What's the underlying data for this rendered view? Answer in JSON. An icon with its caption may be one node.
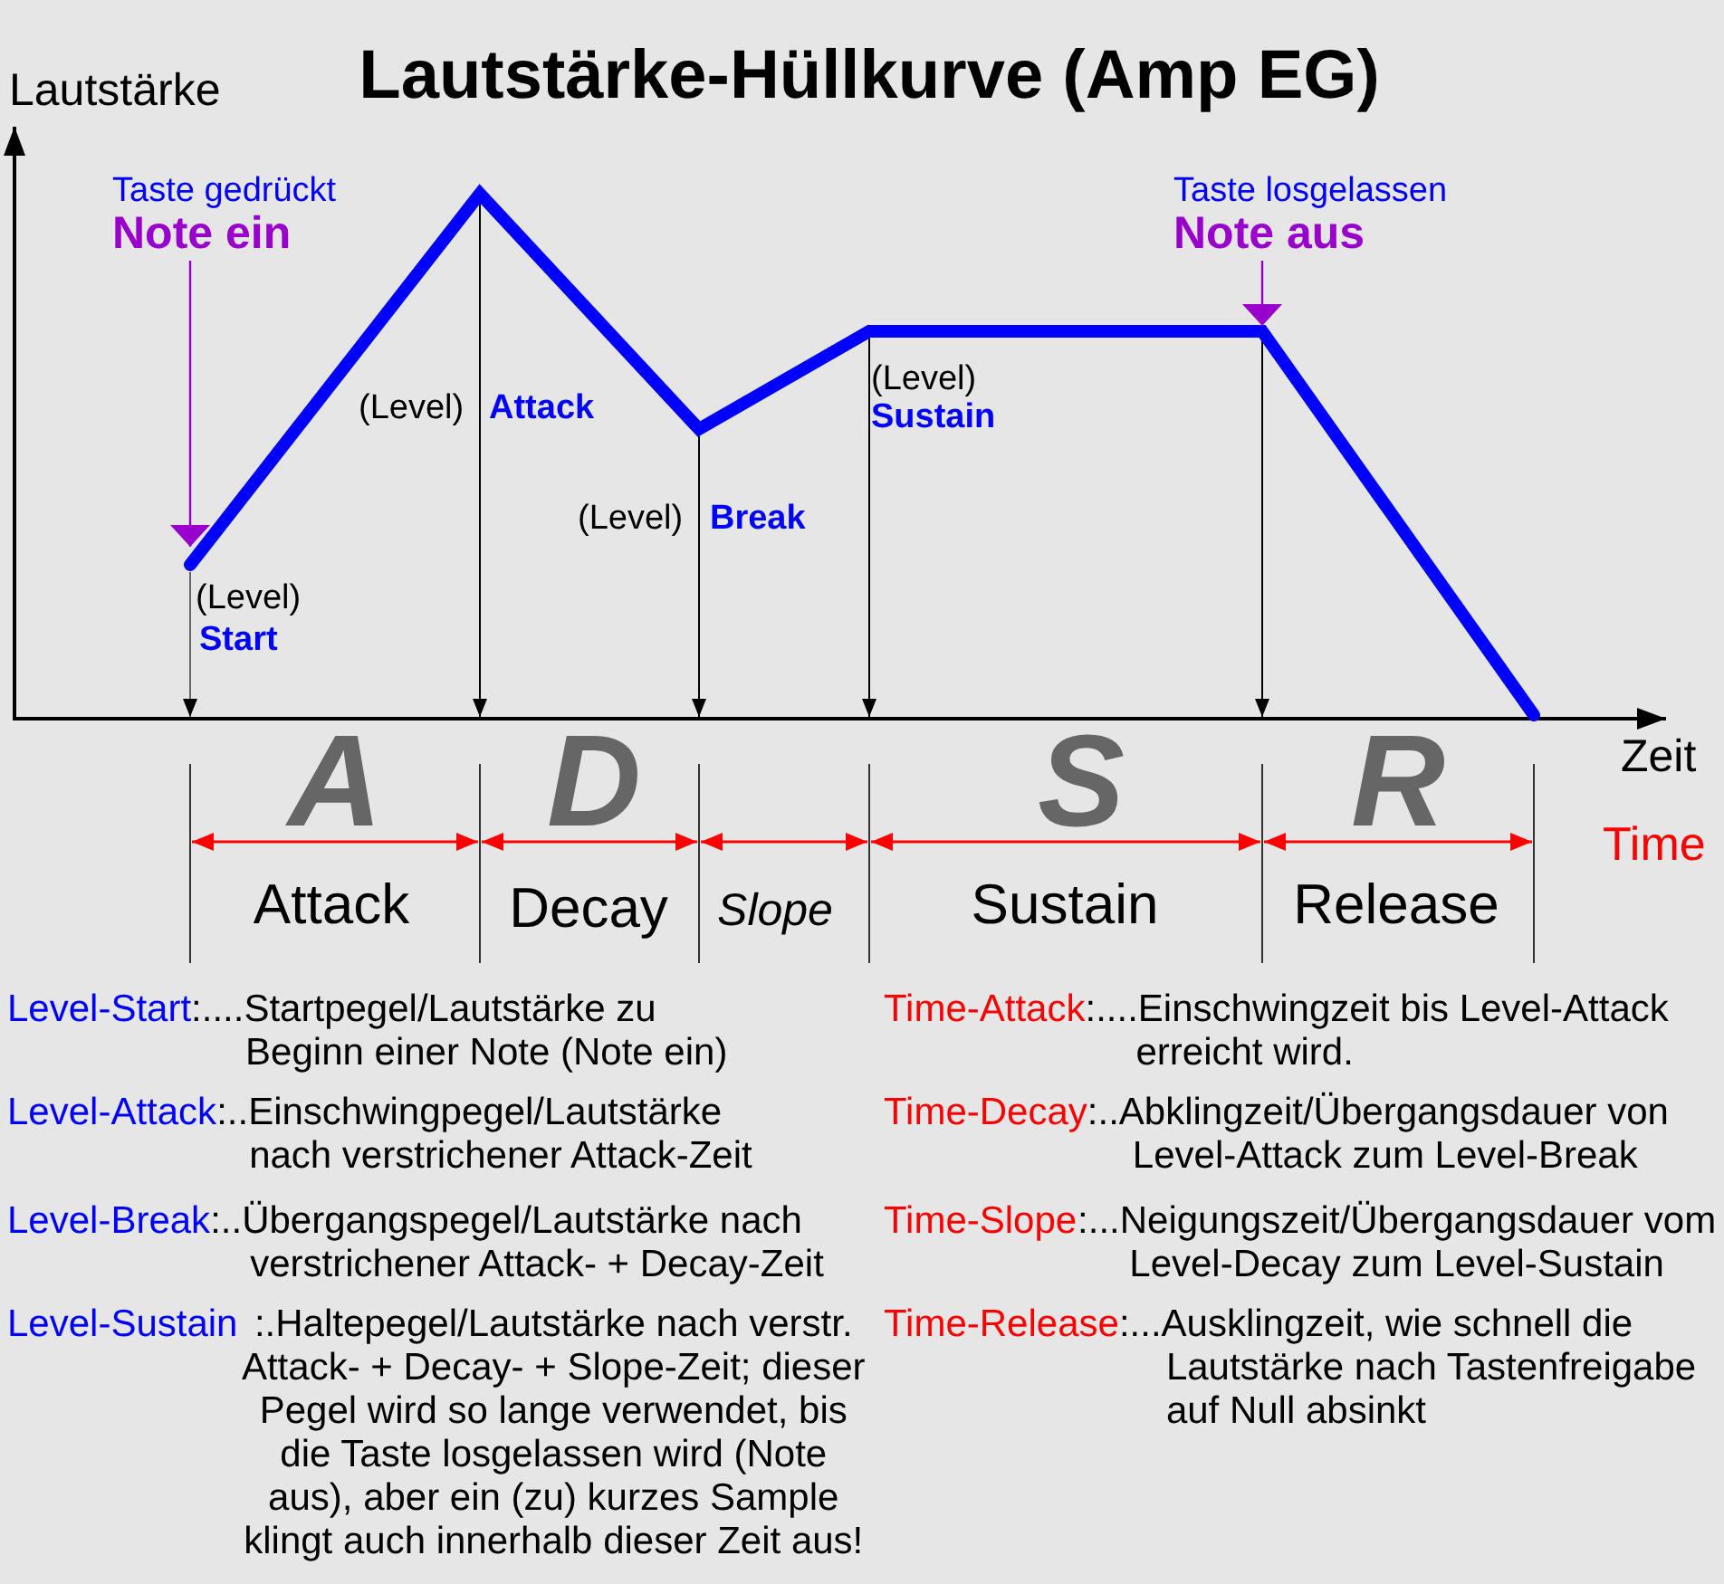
{
  "diagram": {
    "title": "Lautstärke-Hüllkurve (Amp EG)",
    "nodes": [
      {
        "text": [
          "Taste gedrückt",
          "Note ein"
        ]
      },
      {
        "text": [
          "Taste losgelassen",
          "Note aus"
        ]
      }
    ],
    "edges": [
      {
        "from": 0,
        "to": null,
        "arrow": "to"
      },
      {
        "from": 1,
        "to": null,
        "arrow": "to"
      }
    ],
    "labels": [
      "Lautstärke",
      "(Level)",
      "Start",
      "(Level)",
      "Attack",
      "(Level)",
      "Break",
      "(Level)",
      "Sustain",
      "Zeit",
      "A",
      "D",
      "S",
      "R",
      "Time",
      "Attack",
      "Decay",
      "Slope",
      "Sustain",
      "Release",
      "Level-Start",
      ":....Startpegel/Lautstärke zu Beginn einer Note (Note ein)",
      "Level-Attack",
      ":..Einschwingpegel/Lautstärke nach verstrichener Attack-Zeit",
      "Level-Break",
      ":..Übergangspegel/Lautstärke nach verstrichener Attack- + Decay-Zeit",
      "Level-Sustain",
      ":.Haltepegel/Lautstärke nach verstr. Attack- + Decay- + Slope-Zeit; dieser Pegel wird so lange verwendet, bis die Taste losgelassen wird (Note aus), aber ein (zu) kurzes Sample klingt auch innerhalb dieser Zeit aus!",
      "Time-Attack",
      ":....Einschwingzeit bis Level-Attack erreicht wird.",
      "Time-Decay",
      ":..Abklingzeit/Übergangsdauer von Level-Attack zum Level-Break",
      "Time-Slope",
      ":...Neigungszeit/Übergangsdauer vom Level-Decay zum Level-Sustain",
      "Time-Release",
      ":...Ausklingzeit, wie schnell die Lautstärke nach Tastenfreigabe auf Null absinkt"
    ]
  }
}
